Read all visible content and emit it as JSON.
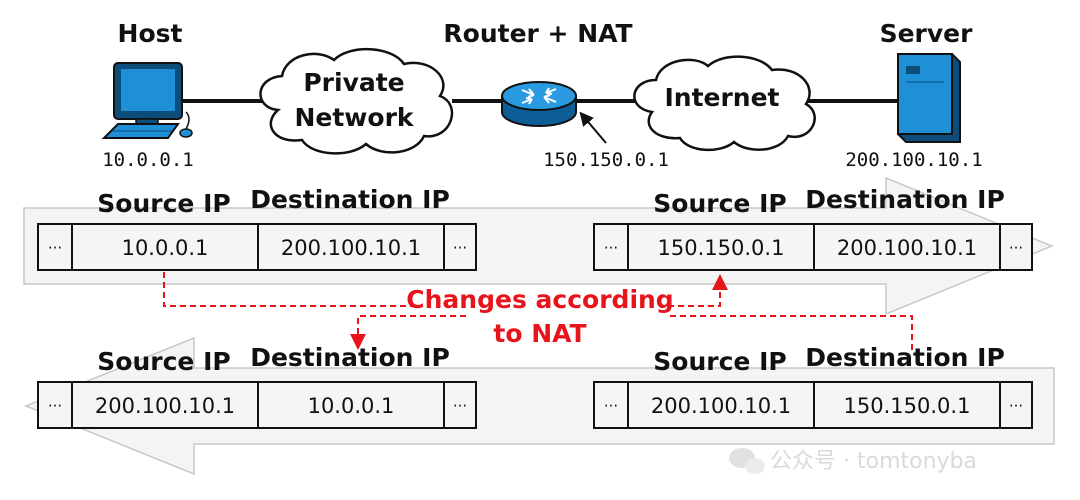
{
  "nodes": {
    "host": {
      "label": "Host",
      "ip": "10.0.0.1"
    },
    "private_network": {
      "line1": "Private",
      "line2": "Network"
    },
    "router": {
      "label": "Router + NAT",
      "ip": "150.150.0.1"
    },
    "internet": {
      "label": "Internet"
    },
    "server": {
      "label": "Server",
      "ip": "200.100.10.1"
    }
  },
  "headers": {
    "source": "Source IP",
    "destination": "Destination IP"
  },
  "packets": {
    "outbound_private": {
      "ellipsis": "···",
      "source": "10.0.0.1",
      "destination": "200.100.10.1"
    },
    "outbound_public": {
      "ellipsis": "···",
      "source": "150.150.0.1",
      "destination": "200.100.10.1"
    },
    "inbound_private": {
      "ellipsis": "···",
      "source": "200.100.10.1",
      "destination": "10.0.0.1"
    },
    "inbound_public": {
      "ellipsis": "···",
      "source": "200.100.10.1",
      "destination": "150.150.0.1"
    }
  },
  "annotation": {
    "line1": "Changes according",
    "line2": "to NAT",
    "color": "#e8141c"
  },
  "watermark": {
    "text": "公众号 · tomtonyba"
  },
  "colors": {
    "device_blue": "#1f8fd6",
    "arrow_fill": "#f4f4f4",
    "cell_fill": "#f5f5f5"
  }
}
